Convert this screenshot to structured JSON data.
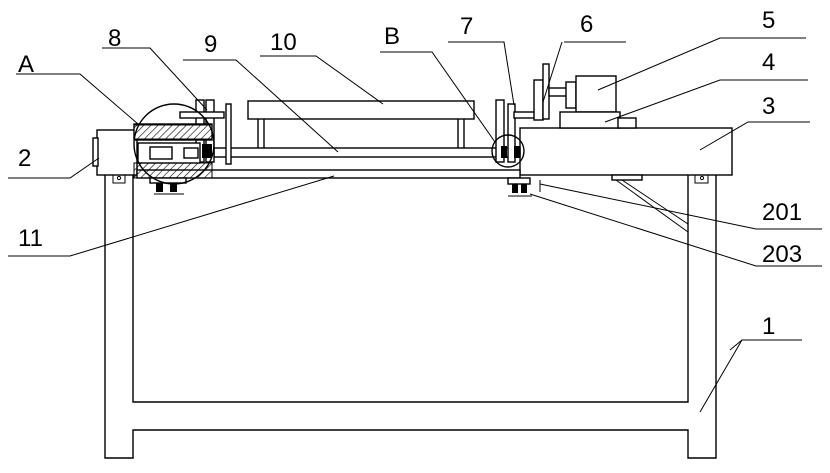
{
  "labels": {
    "one": "1",
    "two": "2",
    "three": "3",
    "four": "4",
    "five": "5",
    "six": "6",
    "seven": "7",
    "eight": "8",
    "nine": "9",
    "ten": "10",
    "eleven": "11",
    "a": "A",
    "b": "B",
    "c201": "201",
    "c203": "203"
  }
}
